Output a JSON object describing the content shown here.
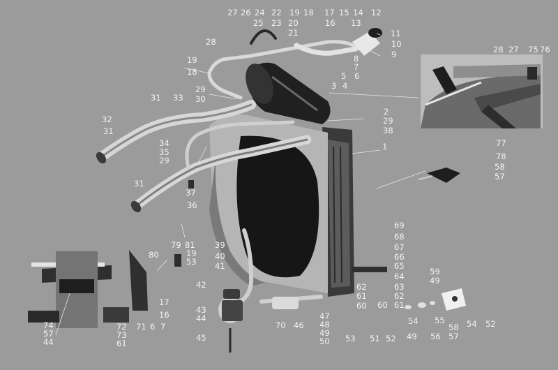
{
  "colors": {
    "background": "#9b9b9b",
    "ink": "#1c1c1c",
    "mid": "#5a5a5a",
    "light": "#c9c9c9",
    "label": "#f2f2f2"
  },
  "labels": {
    "n1": "1",
    "n2": "2",
    "n3": "3",
    "n4": "4",
    "n5": "5",
    "n6": "6",
    "n7": "7",
    "n8": "8",
    "n9": "9",
    "n10": "10",
    "n11": "11",
    "n12": "12",
    "n13": "13",
    "n14": "14",
    "n15": "15",
    "n16": "16",
    "n17": "17",
    "n18": "18",
    "n19": "19",
    "n20": "20",
    "n21": "21",
    "n22": "22",
    "n23": "23",
    "n24": "24",
    "n25": "25",
    "n26": "26",
    "n27": "27",
    "n28": "28",
    "n29": "29",
    "n30": "30",
    "n31": "31",
    "n32": "32",
    "n33": "33",
    "n34": "34",
    "n35": "35",
    "n36": "36",
    "n37": "37",
    "n38": "38",
    "n39": "39",
    "n40": "40",
    "n41": "41",
    "n42": "42",
    "n43": "43",
    "n44": "44",
    "n45": "45",
    "n46": "46",
    "n47": "47",
    "n48": "48",
    "n49": "49",
    "n50": "50",
    "n51": "51",
    "n52": "52",
    "n53": "53",
    "n54": "54",
    "n55": "55",
    "n56": "56",
    "n57": "57",
    "n58": "58",
    "n59": "59",
    "n60": "60",
    "n61": "61",
    "n62": "62",
    "n63": "63",
    "n64": "64",
    "n65": "65",
    "n66": "66",
    "n67": "67",
    "n68": "68",
    "n69": "69",
    "n70": "70",
    "n71": "71",
    "n72": "72",
    "n73": "73",
    "n74": "74",
    "n75": "75",
    "n76": "76",
    "n77": "77",
    "n78": "78",
    "n79": "79",
    "n80": "80",
    "n81": "81"
  }
}
